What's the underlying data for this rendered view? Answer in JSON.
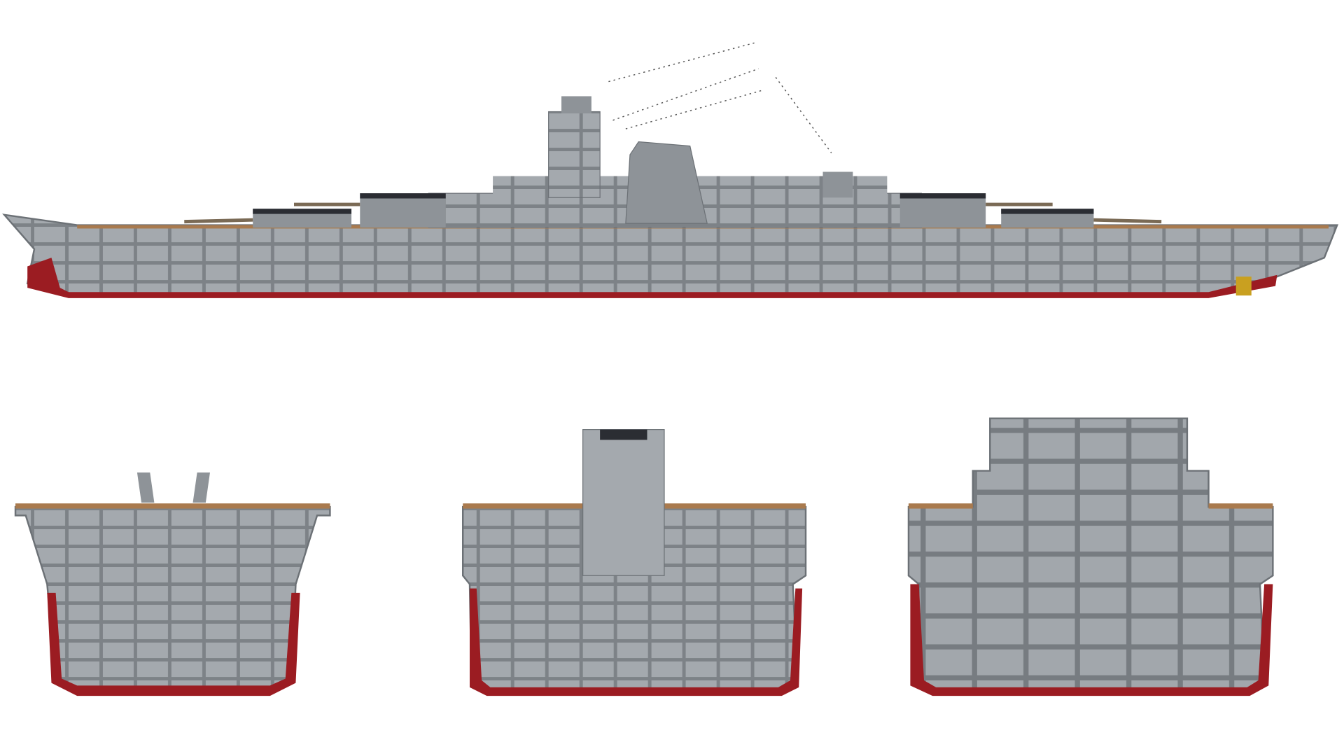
{
  "scene": {
    "views": [
      {
        "id": "side-cutaway"
      },
      {
        "id": "cross-section-bow"
      },
      {
        "id": "cross-section-superstructure"
      },
      {
        "id": "cross-section-midship"
      }
    ]
  },
  "colors": {
    "background": "#ffffff",
    "hull": "#8e9398",
    "hull_dark": "#6c7176",
    "interior": "#a4a9ae",
    "deck_wood": "#a97a4e",
    "antifouling": "#9b1c22",
    "turret_roof": "#2b2d33",
    "light_fixture": "#d8b36a"
  }
}
